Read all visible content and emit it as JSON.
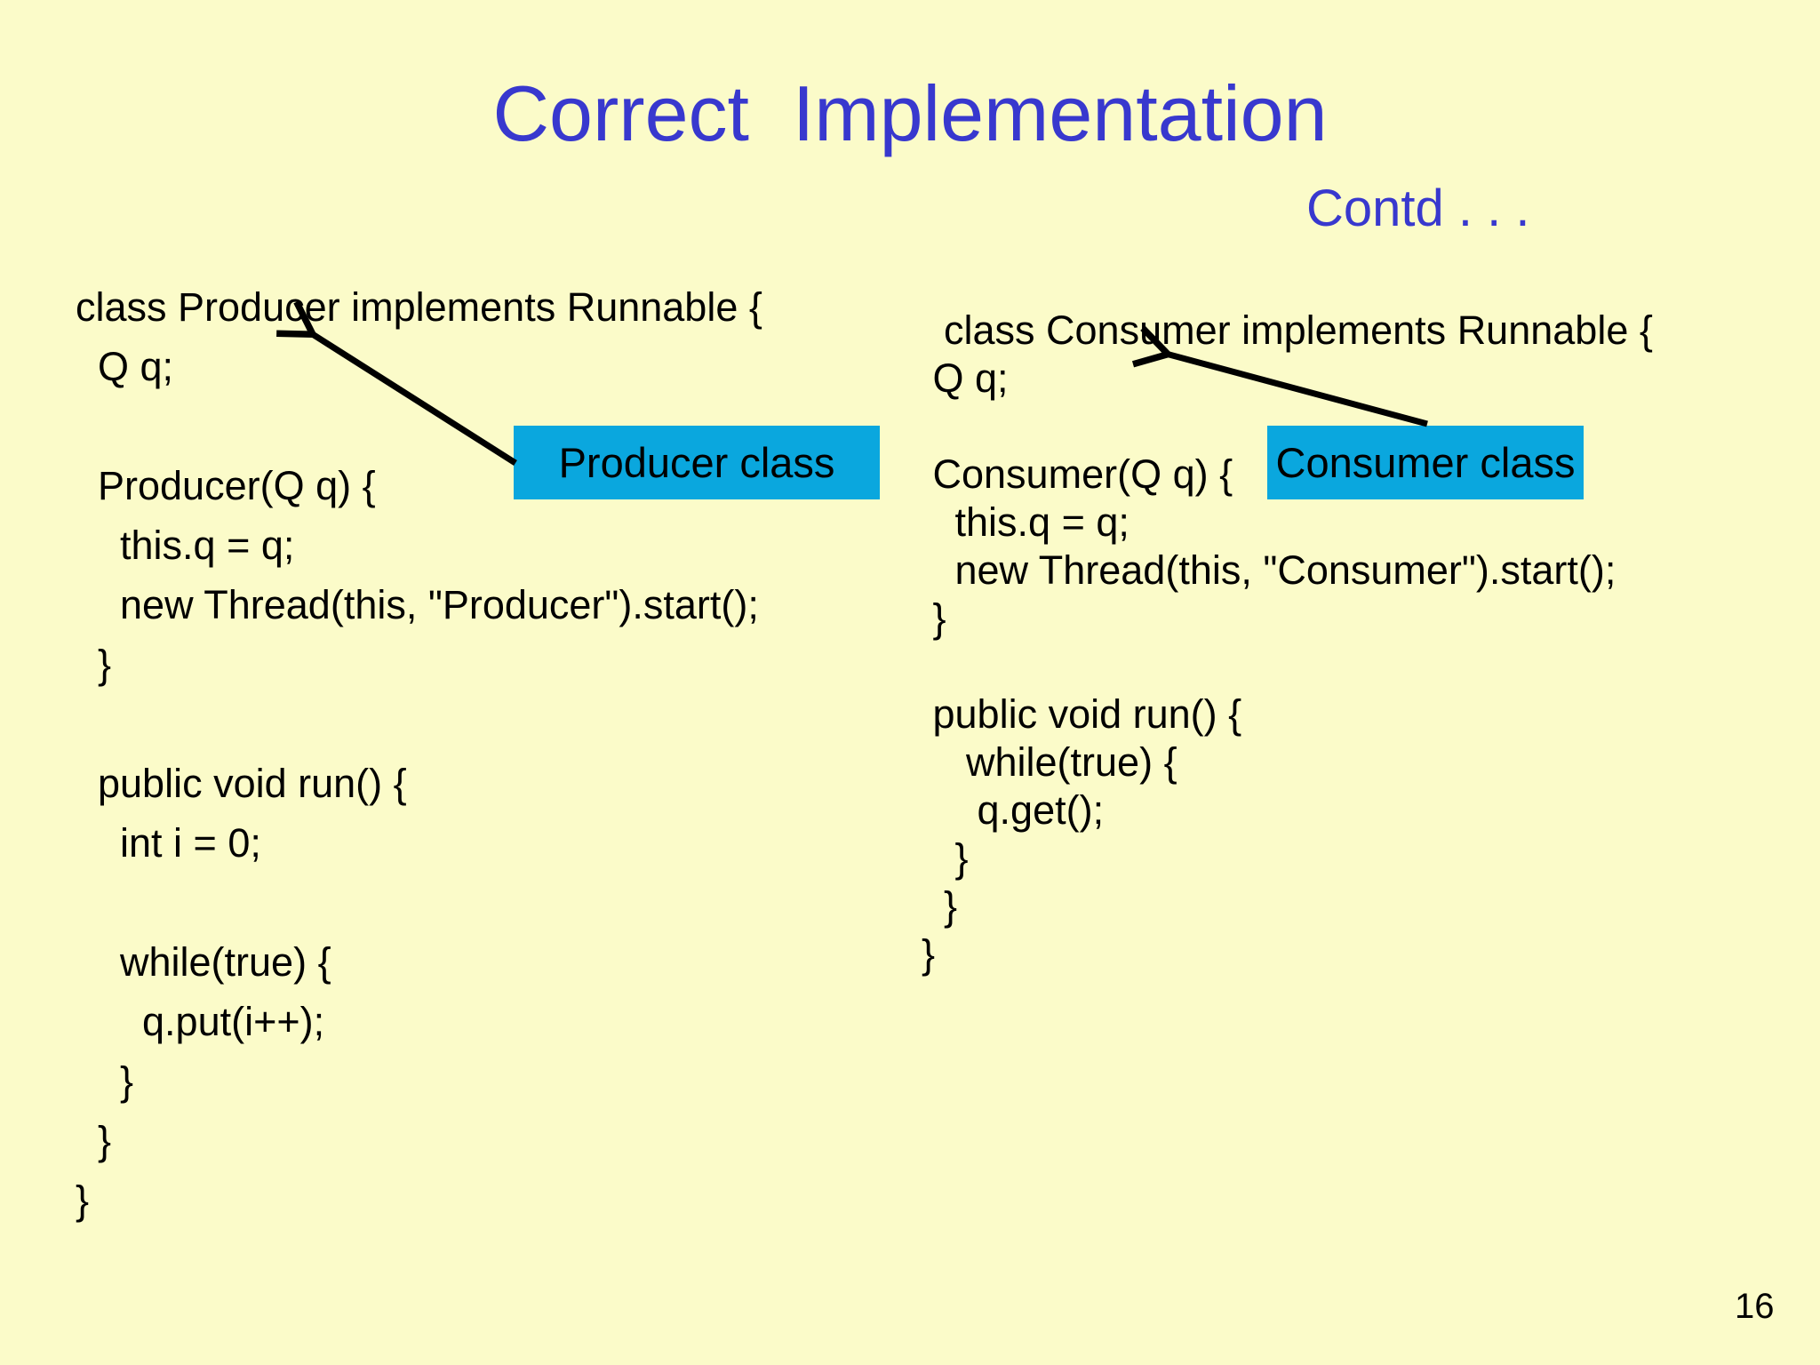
{
  "slide": {
    "title": "Correct  Implementation",
    "contd_label": "Contd . . .",
    "page_number": "16",
    "colors": {
      "background": "#FBFBC9",
      "title_text": "#3838CE",
      "highlight_box": "#0AA7DE",
      "code_text": "#000000",
      "arrow": "#000000"
    }
  },
  "producer": {
    "label": "Producer class",
    "code_lines": [
      "class Producer implements Runnable {",
      "  Q q;",
      "",
      "  Producer(Q q) {",
      "    this.q = q;",
      "    new Thread(this, \"Producer\").start();",
      "  }",
      "",
      "  public void run() {",
      "    int i = 0;",
      "",
      "    while(true) {",
      "      q.put(i++);",
      "    }",
      "  }",
      "}"
    ]
  },
  "consumer": {
    "label": "Consumer class",
    "code_lines": [
      "  class Consumer implements Runnable {",
      " Q q;",
      "",
      " Consumer(Q q) {",
      "   this.q = q;",
      "   new Thread(this, \"Consumer\").start();",
      " }",
      "",
      " public void run() {",
      "    while(true) {",
      "     q.get();",
      "   }",
      "  }",
      "}"
    ]
  }
}
